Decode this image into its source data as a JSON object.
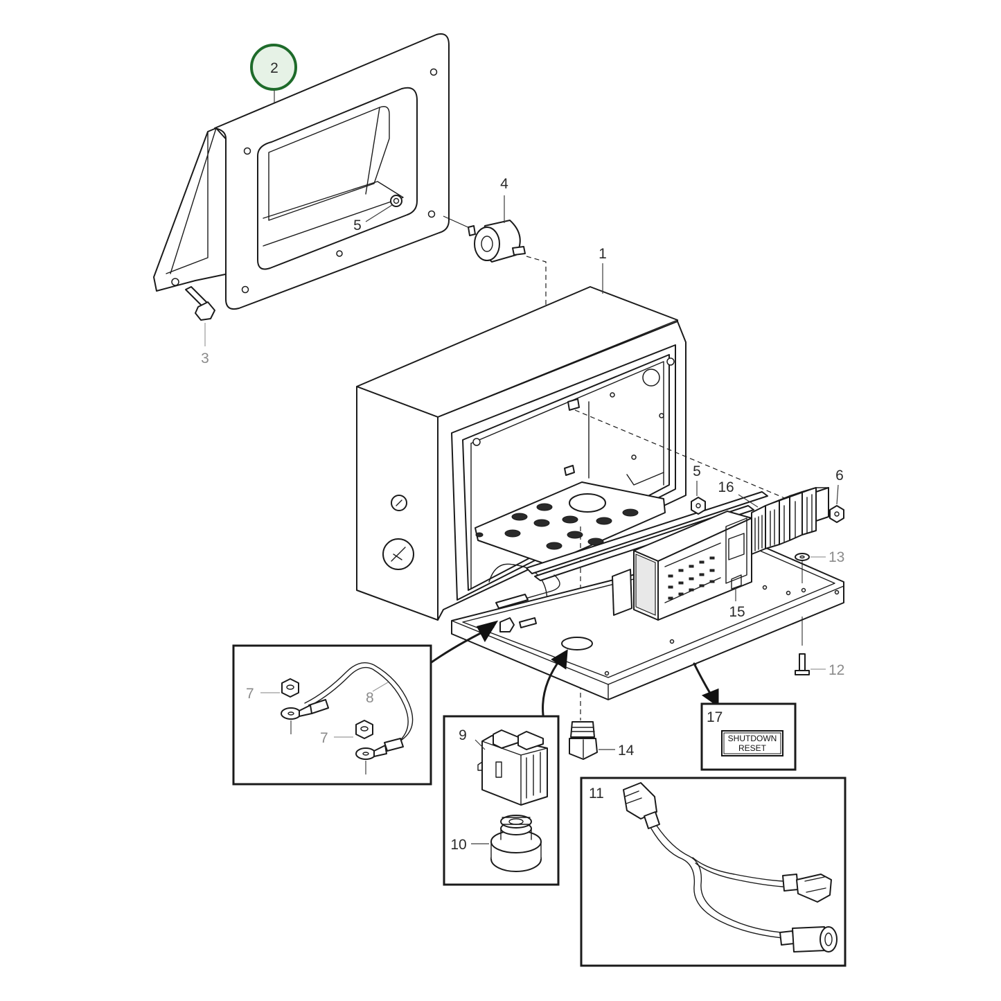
{
  "callouts": {
    "n1": "1",
    "n2": "2",
    "n3": "3",
    "n4": "4",
    "n5a": "5",
    "n5b": "5",
    "n6": "6",
    "n7a": "7",
    "n7b": "7",
    "n8": "8",
    "n9": "9",
    "n10": "10",
    "n11": "11",
    "n12": "12",
    "n13": "13",
    "n14": "14",
    "n15": "15",
    "n16": "16",
    "n17": "17"
  },
  "decal": {
    "line1": "SHUTDOWN",
    "line2": "RESET"
  },
  "highlight_color": "#1e6b2a",
  "highlight_fill": "#e6f2e6"
}
